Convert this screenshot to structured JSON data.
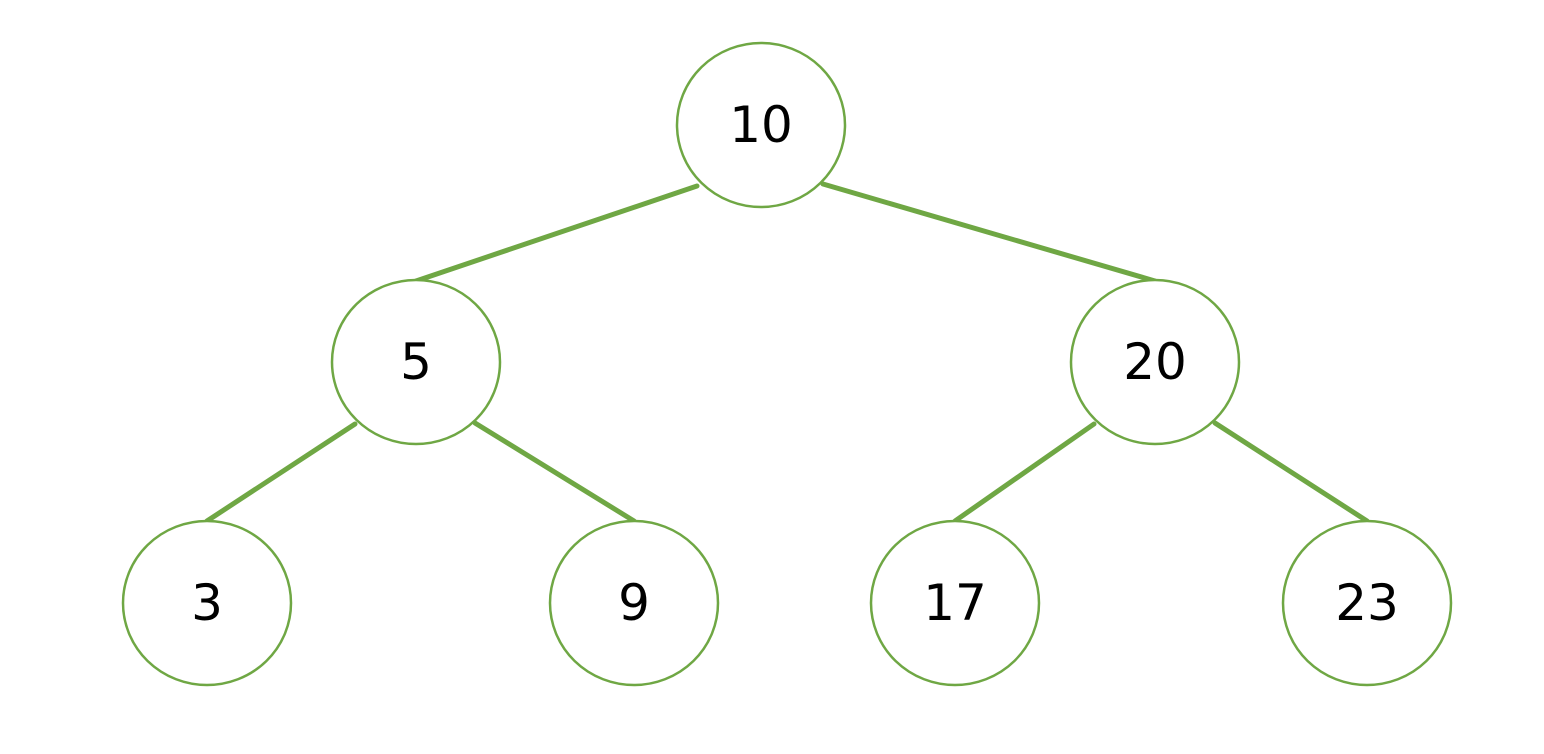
{
  "diagram": {
    "type": "binary-tree",
    "colors": {
      "edge": "#6fa744",
      "node_border": "#6fa744",
      "node_fill": "#ffffff",
      "label": "#000000",
      "background": "#ffffff"
    },
    "nodes": [
      {
        "id": "n10",
        "label": "10"
      },
      {
        "id": "n5",
        "label": "5"
      },
      {
        "id": "n20",
        "label": "20"
      },
      {
        "id": "n3",
        "label": "3"
      },
      {
        "id": "n9",
        "label": "9"
      },
      {
        "id": "n17",
        "label": "17"
      },
      {
        "id": "n23",
        "label": "23"
      }
    ],
    "edges": [
      {
        "from": "n10",
        "to": "n5"
      },
      {
        "from": "n10",
        "to": "n20"
      },
      {
        "from": "n5",
        "to": "n3"
      },
      {
        "from": "n5",
        "to": "n9"
      },
      {
        "from": "n20",
        "to": "n17"
      },
      {
        "from": "n20",
        "to": "n23"
      }
    ]
  }
}
